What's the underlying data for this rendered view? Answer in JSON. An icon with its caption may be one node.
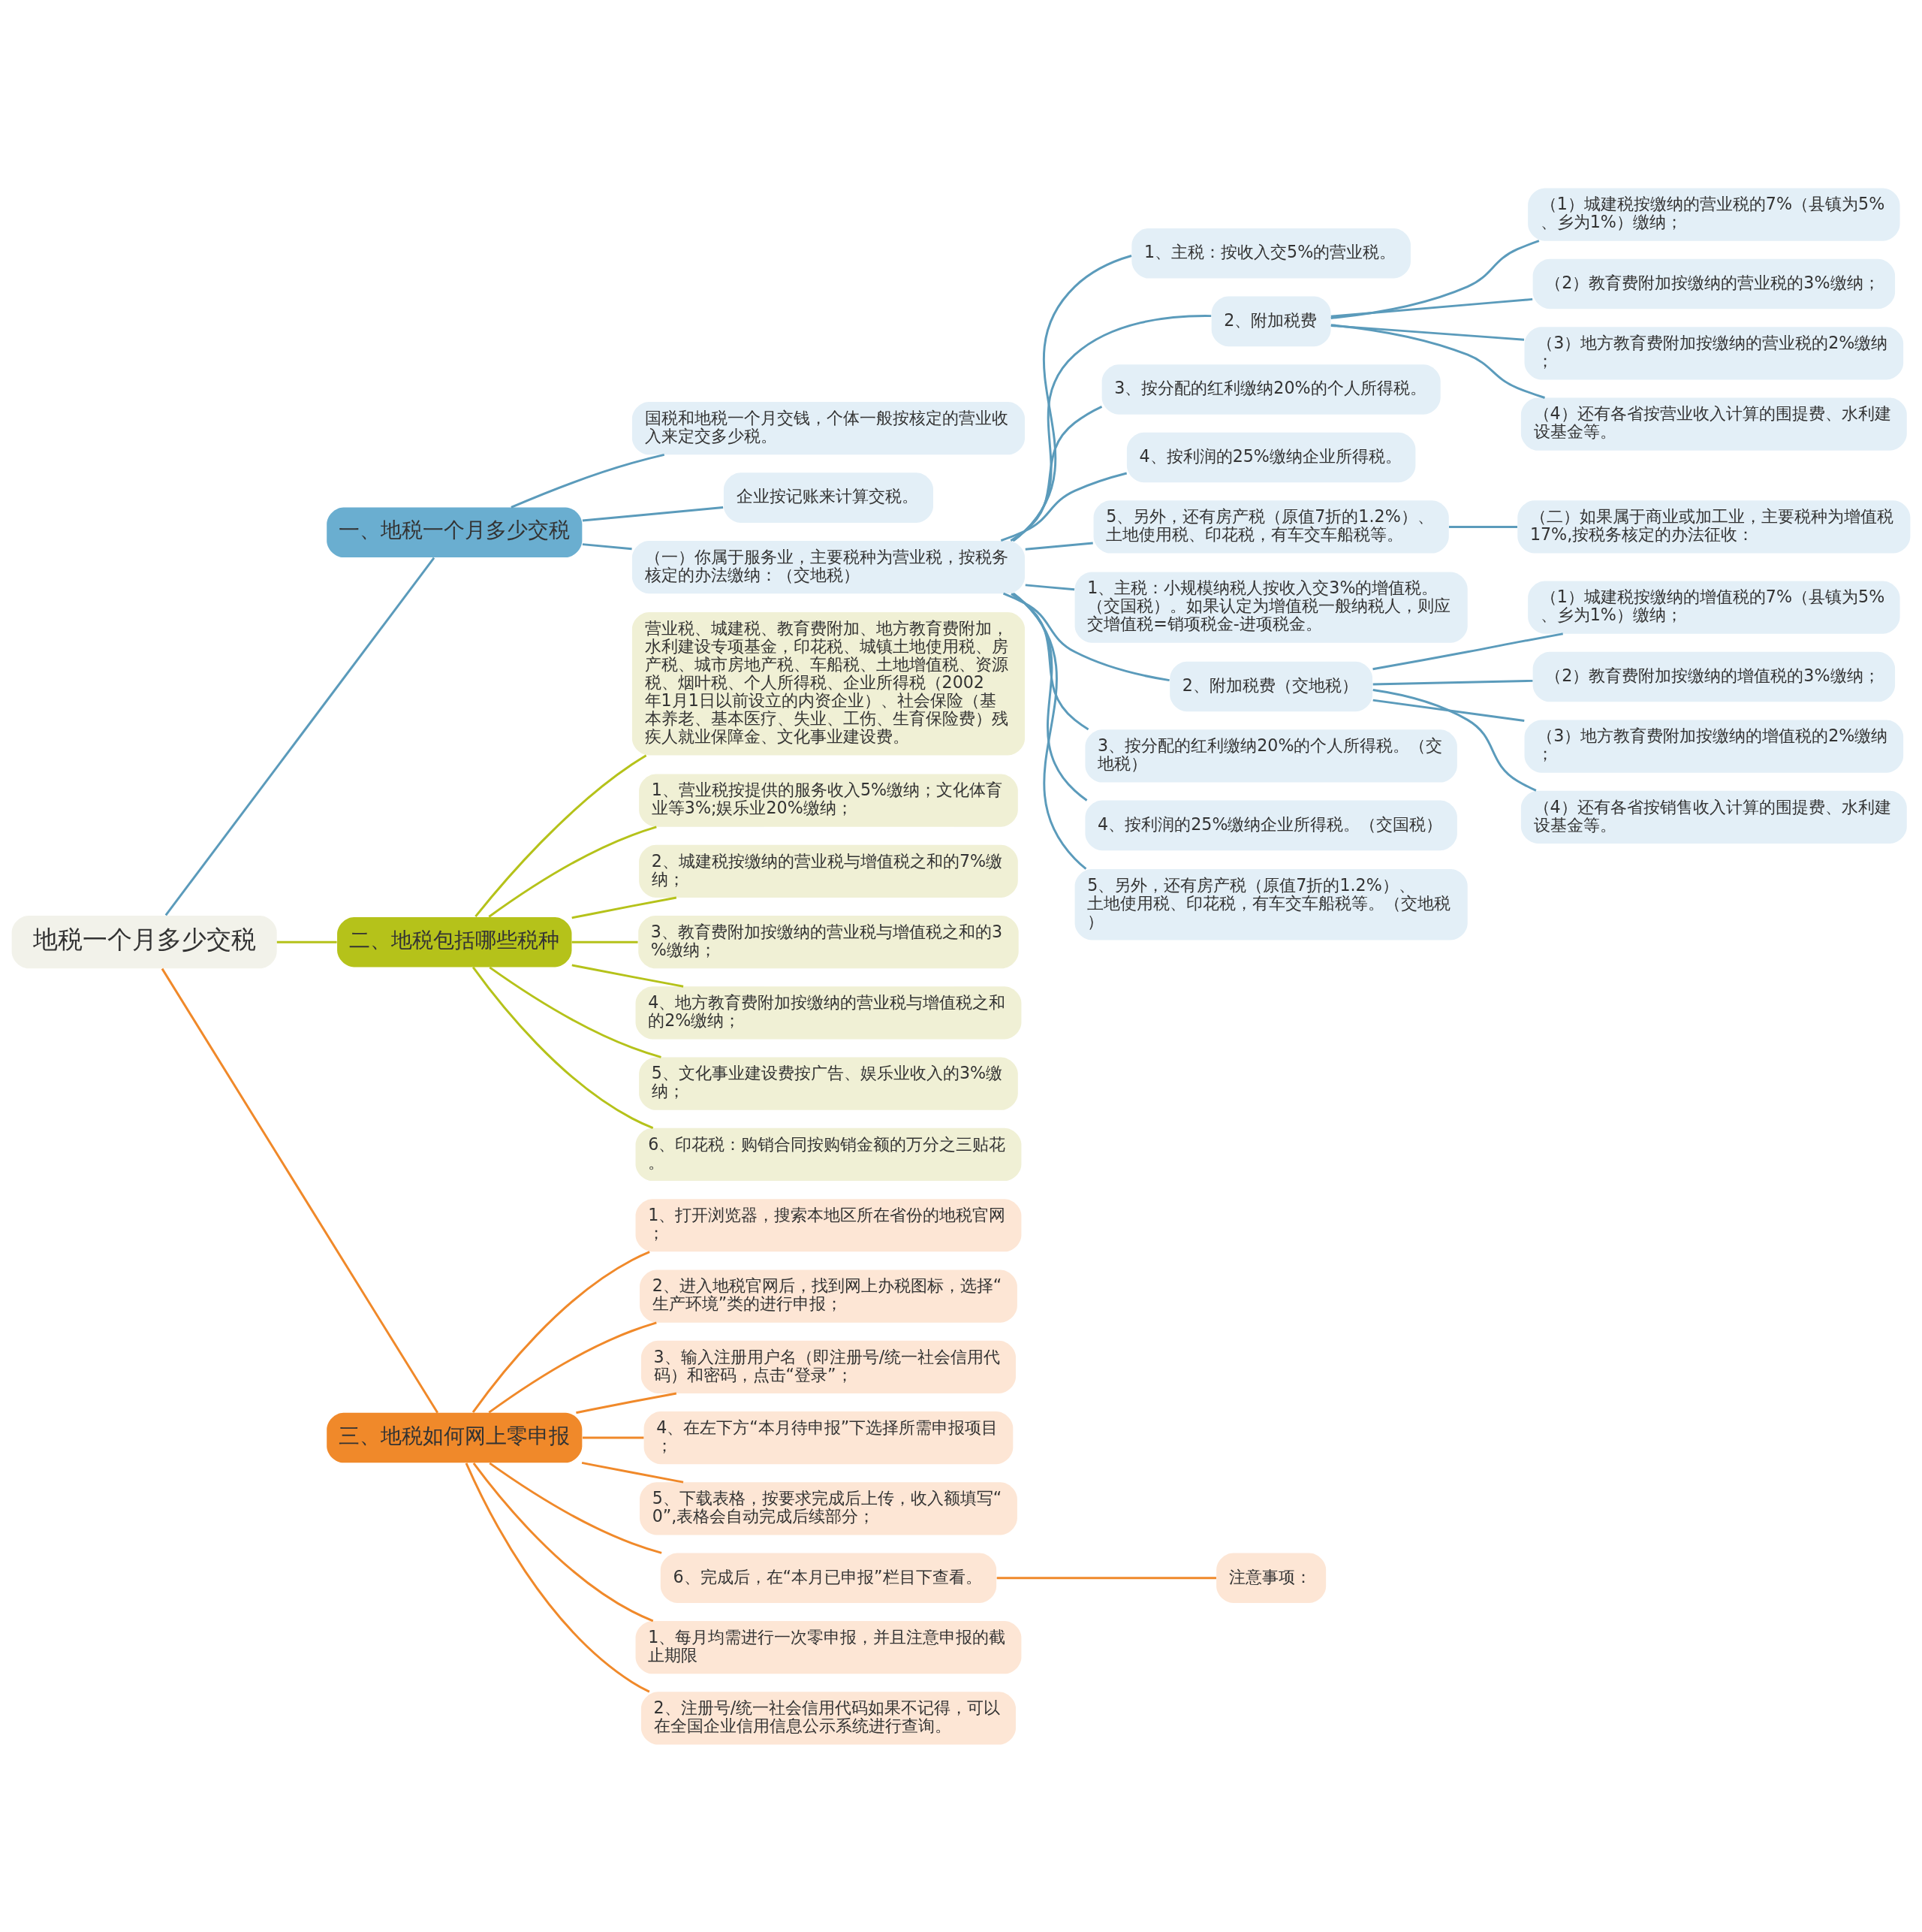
{
  "diagram": {
    "nodes": [
      {
        "text": [
          "地税一个月多少交税"
        ]
      },
      {
        "text": [
          "一、地税一个月多少交税"
        ]
      },
      {
        "text": [
          "国税和地税一个月交钱，个体一般按核定的营业收入来定交多少税。"
        ]
      },
      {
        "text": [
          "企业按记账来计算交税。"
        ]
      },
      {
        "text": [
          "（一）你属于服务业，主要税种为营业税，按税务核定的办法缴纳：（交地税）"
        ]
      },
      {
        "text": [
          "1、主税：按收入交5%的营业税。"
        ]
      },
      {
        "text": [
          "2、附加税费"
        ]
      },
      {
        "text": [
          "（1）城建税按缴纳的营业税的7%（县镇为5%、乡为1%）缴纳；"
        ]
      },
      {
        "text": [
          "（2）教育费附加按缴纳的营业税的3%缴纳；"
        ]
      },
      {
        "text": [
          "（3）地方教育费附加按缴纳的营业税的2%缴纳；"
        ]
      },
      {
        "text": [
          "（4）还有各省按营业收入计算的围提费、水利建设基金等。"
        ]
      },
      {
        "text": [
          "3、按分配的红利缴纳20%的个人所得税。"
        ]
      },
      {
        "text": [
          "4、按利润的25%缴纳企业所得税。"
        ]
      },
      {
        "text": [
          "5、另外，还有房产税（原值7折的1.2%）、土地使用税、印花税，有车交车船税等。"
        ]
      },
      {
        "text": [
          "（二）如果属于商业或加工业，主要税种为增值税17%,按税务核定的办法征收："
        ]
      },
      {
        "text": [
          "1、主税：小规模纳税人按收入交3%的增值税。（交国税）。如果认定为增值税一般纳税人，则应交增值税=销项税金-进项税金。"
        ]
      },
      {
        "text": [
          "2、附加税费（交地税）"
        ]
      },
      {
        "text": [
          "（1）城建税按缴纳的增值税的7%（县镇为5%、乡为1%）缴纳；"
        ]
      },
      {
        "text": [
          "（2）教育费附加按缴纳的增值税的3%缴纳；"
        ]
      },
      {
        "text": [
          "（3）地方教育费附加按缴纳的增值税的2%缴纳；"
        ]
      },
      {
        "text": [
          "（4）还有各省按销售收入计算的围提费、水利建设基金等。"
        ]
      },
      {
        "text": [
          "3、按分配的红利缴纳20%的个人所得税。（交地税）"
        ]
      },
      {
        "text": [
          "4、按利润的25%缴纳企业所得税。（交国税）"
        ]
      },
      {
        "text": [
          "5、另外，还有房产税（原值7折的1.2%）、土地使用税、印花税，有车交车船税等。（交地税）"
        ]
      },
      {
        "text": [
          "二、地税包括哪些税种"
        ]
      },
      {
        "text": [
          "营业税、城建税、教育费附加、地方教育费附加，水利建设专项基金，印花税、城镇土地使用税、房产税、城市房地产税、车船税、土地增值税、资源税、烟叶税、个人所得税、企业所得税（2002年1月1日以前设立的内资企业）、社会保险（基本养老、基本医疗、失业、工伤、生育保险费）残疾人就业保障金、文化事业建设费。"
        ]
      },
      {
        "text": [
          "1、营业税按提供的服务收入5%缴纳；文化体育业等3%;娱乐业20%缴纳；"
        ]
      },
      {
        "text": [
          "2、城建税按缴纳的营业税与增值税之和的7%缴纳；"
        ]
      },
      {
        "text": [
          "3、教育费附加按缴纳的营业税与增值税之和的3%缴纳；"
        ]
      },
      {
        "text": [
          "4、地方教育费附加按缴纳的营业税与增值税之和的2%缴纳；"
        ]
      },
      {
        "text": [
          "5、文化事业建设费按广告、娱乐业收入的3%缴纳；"
        ]
      },
      {
        "text": [
          "6、印花税：购销合同按购销金额的万分之三贴花。"
        ]
      },
      {
        "text": [
          "三、地税如何网上零申报"
        ]
      },
      {
        "text": [
          "1、打开浏览器，搜索本地区所在省份的地税官网；"
        ]
      },
      {
        "text": [
          "2、进入地税官网后，找到网上办税图标，选择“生产环境”类的进行申报；"
        ]
      },
      {
        "text": [
          "3、输入注册用户名（即注册号/统一社会信用代码）和密码，点击“登录”；"
        ]
      },
      {
        "text": [
          "4、在左下方“本月待申报”下选择所需申报项目；"
        ]
      },
      {
        "text": [
          "5、下载表格，按要求完成后上传，收入额填写“0”,表格会自动完成后续部分；"
        ]
      },
      {
        "text": [
          "6、完成后，在“本月已申报”栏目下查看。"
        ]
      },
      {
        "text": [
          "注意事项："
        ]
      },
      {
        "text": [
          "1、每月均需进行一次零申报，并且注意申报的截止期限"
        ]
      },
      {
        "text": [
          "2、注册号/统一社会信用代码如果不记得，可以在全国企业信用信息公示系统进行查询。"
        ]
      }
    ],
    "edges": [
      {
        "from": 0,
        "to": 1,
        "arrow": "none"
      },
      {
        "from": 1,
        "to": 2,
        "arrow": "none"
      },
      {
        "from": 1,
        "to": 3,
        "arrow": "none"
      },
      {
        "from": 1,
        "to": 4,
        "arrow": "none"
      },
      {
        "from": 4,
        "to": 5,
        "arrow": "none"
      },
      {
        "from": 4,
        "to": 6,
        "arrow": "none"
      },
      {
        "from": 6,
        "to": 7,
        "arrow": "none"
      },
      {
        "from": 6,
        "to": 8,
        "arrow": "none"
      },
      {
        "from": 6,
        "to": 9,
        "arrow": "none"
      },
      {
        "from": 6,
        "to": 10,
        "arrow": "none"
      },
      {
        "from": 4,
        "to": 11,
        "arrow": "none"
      },
      {
        "from": 4,
        "to": 12,
        "arrow": "none"
      },
      {
        "from": 4,
        "to": 13,
        "arrow": "none"
      },
      {
        "from": 13,
        "to": 14,
        "arrow": "none"
      },
      {
        "from": 4,
        "to": 15,
        "arrow": "none"
      },
      {
        "from": 4,
        "to": 16,
        "arrow": "none"
      },
      {
        "from": 16,
        "to": 17,
        "arrow": "none"
      },
      {
        "from": 16,
        "to": 18,
        "arrow": "none"
      },
      {
        "from": 16,
        "to": 19,
        "arrow": "none"
      },
      {
        "from": 16,
        "to": 20,
        "arrow": "none"
      },
      {
        "from": 4,
        "to": 21,
        "arrow": "none"
      },
      {
        "from": 4,
        "to": 22,
        "arrow": "none"
      },
      {
        "from": 4,
        "to": 23,
        "arrow": "none"
      },
      {
        "from": 0,
        "to": 24,
        "arrow": "none",
        "color": "#b5c21a"
      },
      {
        "from": 24,
        "to": 25,
        "arrow": "none",
        "color": "#b5c21a"
      },
      {
        "from": 24,
        "to": 26,
        "arrow": "none",
        "color": "#b5c21a"
      },
      {
        "from": 24,
        "to": 27,
        "arrow": "none",
        "color": "#b5c21a"
      },
      {
        "from": 24,
        "to": 28,
        "arrow": "none",
        "color": "#b5c21a"
      },
      {
        "from": 24,
        "to": 29,
        "arrow": "none",
        "color": "#b5c21a"
      },
      {
        "from": 24,
        "to": 30,
        "arrow": "none",
        "color": "#b5c21a"
      },
      {
        "from": 24,
        "to": 31,
        "arrow": "none",
        "color": "#b5c21a"
      },
      {
        "from": 0,
        "to": 32,
        "arrow": "none",
        "color": "#f0892a"
      },
      {
        "from": 32,
        "to": 33,
        "arrow": "none",
        "color": "#f0892a"
      },
      {
        "from": 32,
        "to": 34,
        "arrow": "none",
        "color": "#f0892a"
      },
      {
        "from": 32,
        "to": 35,
        "arrow": "none",
        "color": "#f0892a"
      },
      {
        "from": 32,
        "to": 36,
        "arrow": "none",
        "color": "#f0892a"
      },
      {
        "from": 32,
        "to": 37,
        "arrow": "none",
        "color": "#f0892a"
      },
      {
        "from": 32,
        "to": 38,
        "arrow": "none",
        "color": "#f0892a"
      },
      {
        "from": 38,
        "to": 39,
        "arrow": "none",
        "color": "#f0892a"
      },
      {
        "from": 32,
        "to": 40,
        "arrow": "none",
        "color": "#f0892a"
      },
      {
        "from": 32,
        "to": 41,
        "arrow": "none",
        "color": "#f0892a"
      }
    ]
  }
}
